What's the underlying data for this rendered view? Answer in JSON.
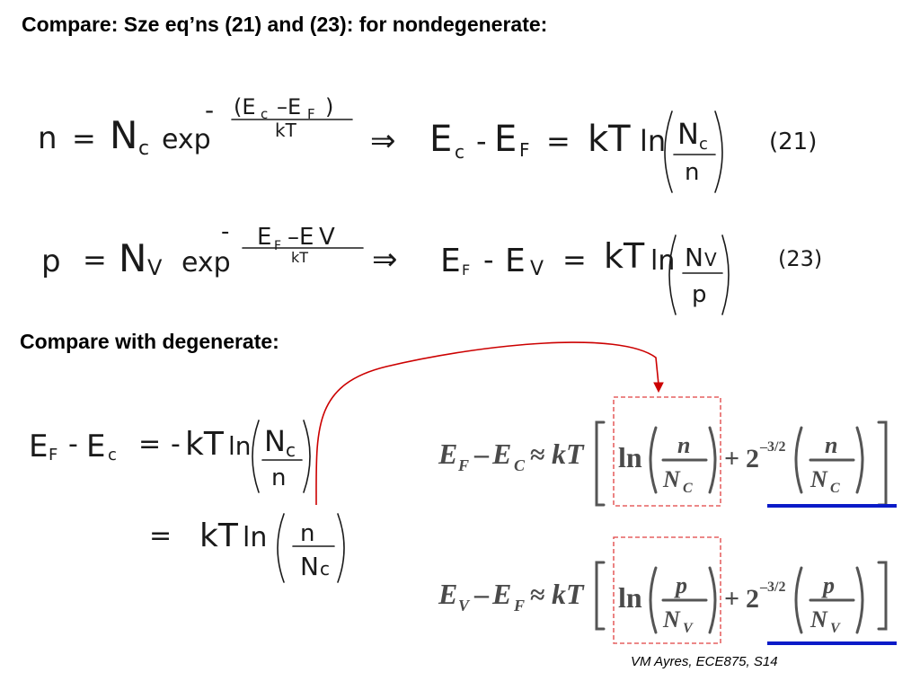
{
  "slide": {
    "title": "Compare: Sze eq’ns (21) and (23): for nondegenerate:",
    "subheading": "Compare with degenerate:",
    "footer": "VM Ayres, ECE875, S14"
  },
  "colors": {
    "arrow": "#cc0000",
    "highlight_box": "#e04040",
    "underline": "#0a1bc8",
    "ink": "#1a1a1a"
  },
  "graphics": {
    "equations": [
      "handwritten eq (21)",
      "handwritten eq (23)",
      "handwritten degenerate derivation",
      "typeset E_F - E_C",
      "typeset E_V - E_F"
    ],
    "decorations": [
      "red curved arrow",
      "dashed red boxes around ln terms",
      "blue underlines"
    ]
  }
}
